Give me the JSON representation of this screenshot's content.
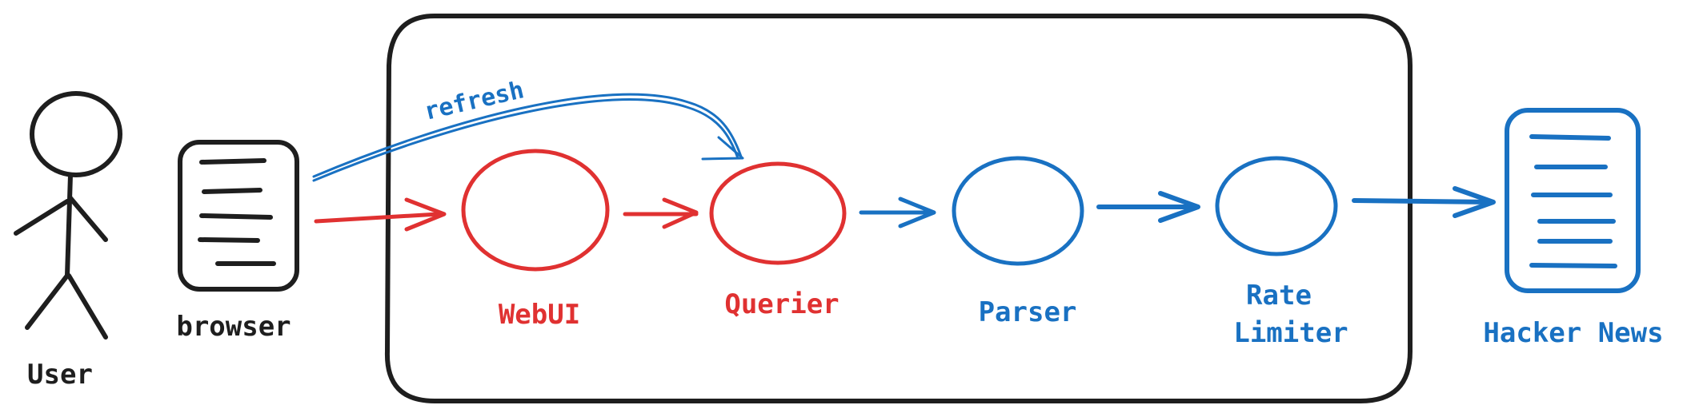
{
  "labels": {
    "user": "User",
    "browser": "browser",
    "refresh": "refresh",
    "webui": "WebUI",
    "querier": "Querier",
    "parser": "Parser",
    "rate_limiter_line1": "Rate",
    "rate_limiter_line2": "Limiter",
    "hacker_news": "Hacker News"
  },
  "colors": {
    "ink": "#1e1e1e",
    "red": "#e03131",
    "blue": "#1971c2"
  }
}
